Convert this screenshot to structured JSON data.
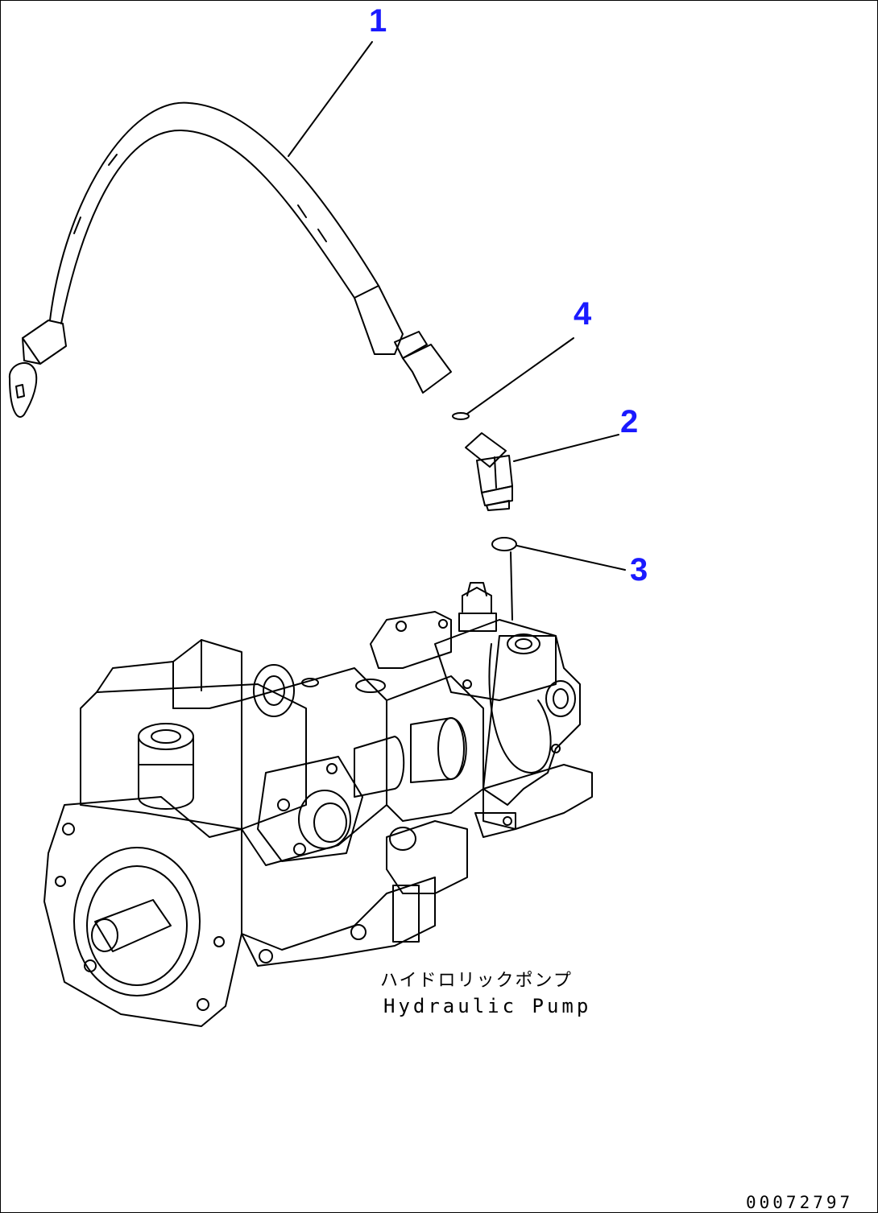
{
  "callouts": [
    {
      "label": "1"
    },
    {
      "label": "4"
    },
    {
      "label": "2"
    },
    {
      "label": "3"
    }
  ],
  "caption": {
    "japanese": "ハイドロリックポンプ",
    "english": "Hydraulic Pump"
  },
  "document_number": "00072797",
  "colors": {
    "callout": "#1a1aff",
    "line": "#000000",
    "background": "#ffffff"
  }
}
